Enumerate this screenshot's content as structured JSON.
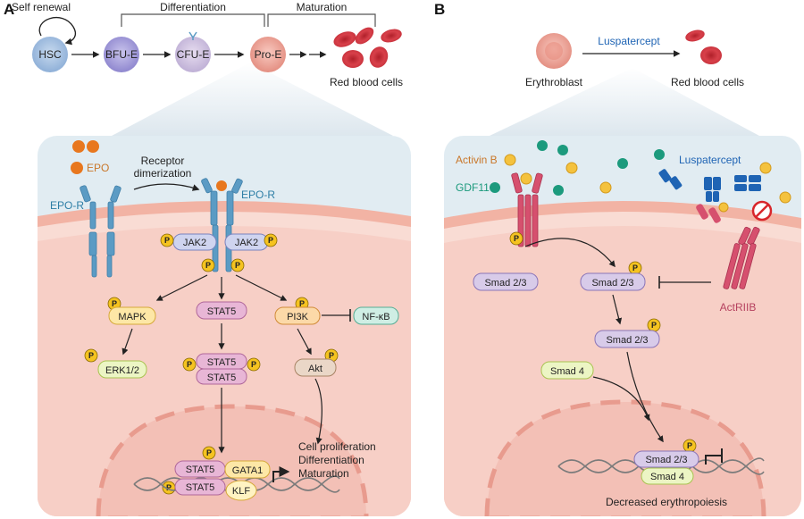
{
  "panelA": {
    "letter": "A",
    "self_renewal": "Self renewal",
    "differentiation": "Differentiation",
    "maturation": "Maturation",
    "cells": [
      "HSC",
      "BFU-E",
      "CFU-E",
      "Pro-E"
    ],
    "rbc_label": "Red blood cells",
    "epo": "EPO",
    "epo_r_left": "EPO-R",
    "epo_r_right": "EPO-R",
    "receptor_dimerization_1": "Receptor",
    "receptor_dimerization_2": "dimerization",
    "jak2": "JAK2",
    "p": "P",
    "mapk": "MAPK",
    "stat5": "STAT5",
    "pi3k": "PI3K",
    "nfkb": "NF-κB",
    "erk": "ERK1/2",
    "akt": "Akt",
    "gata1": "GATA1",
    "klf": "KLF",
    "outcome_1": "Cell proliferation",
    "outcome_2": "Differentiation",
    "outcome_3": "Maturation"
  },
  "panelB": {
    "letter": "B",
    "erythroblast": "Erythroblast",
    "luspatercept_top": "Luspatercept",
    "rbc_label": "Red blood cells",
    "activin_b": "Activin B",
    "gdf11": "GDF11",
    "luspatercept": "Luspatercept",
    "smad23": "Smad 2/3",
    "smad4": "Smad 4",
    "actriib": "ActRIIB",
    "decreased": "Decreased erythropoiesis"
  },
  "colors": {
    "extracellular": "#e1ecf2",
    "cytoplasm": "#f7d7d0",
    "membrane": "#f0b0a0",
    "nucleus": "#f3c5bb",
    "p_badge": "#f5c320",
    "epo_ball": "#e8771e",
    "gdf11_ball": "#1c9a7d",
    "activin_ball": "#f4c23e",
    "luspatercept": "#1f64b4",
    "actriib": "#d6506e",
    "receptor": "#5b9bc4",
    "luspatercept_text": "#1f64b4",
    "epo_text": "#c9772a",
    "epor_text": "#2e7ea6",
    "actriib_text": "#b5405e"
  }
}
